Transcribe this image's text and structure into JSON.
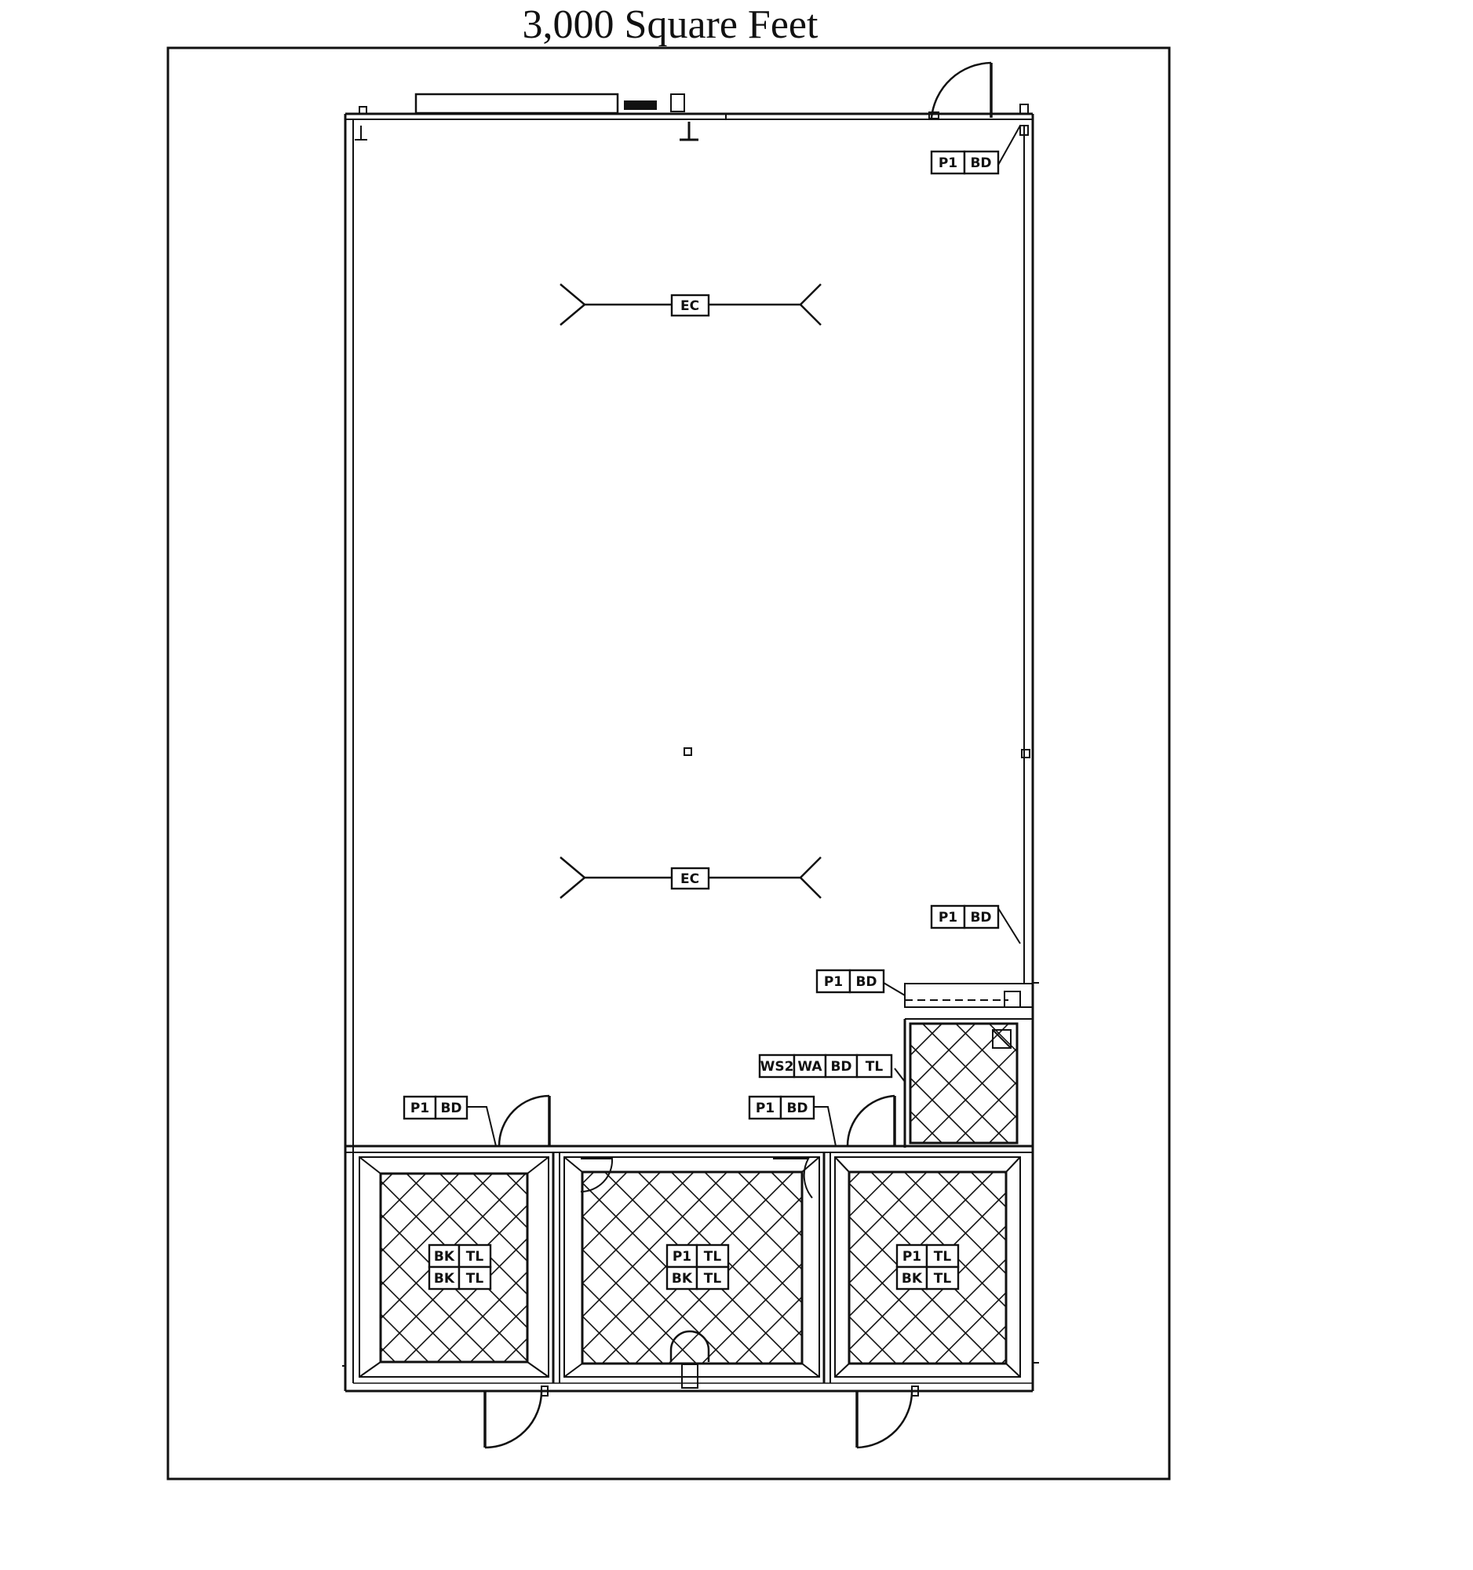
{
  "title": "3,000 Square Feet",
  "tags": {
    "top_right": [
      "BD",
      "P1"
    ],
    "ceiling_upper": "EC",
    "ceiling_lower": "EC",
    "right_lower": [
      "BD",
      "P1"
    ],
    "closet": [
      "BD",
      "P1"
    ],
    "closet_finish": [
      "TL",
      "BD",
      "WA",
      "WS2"
    ],
    "left_door": [
      "BD",
      "P1"
    ],
    "center_door": [
      "BD",
      "P1"
    ],
    "room_1": [
      "TL",
      "BK",
      "TL",
      "BK"
    ],
    "room_2": [
      "TL",
      "P1",
      "TL",
      "BK"
    ],
    "room_3": [
      "TL",
      "P1",
      "TL",
      "BK"
    ]
  },
  "colors": {
    "line": "#111111",
    "background": "#ffffff"
  }
}
